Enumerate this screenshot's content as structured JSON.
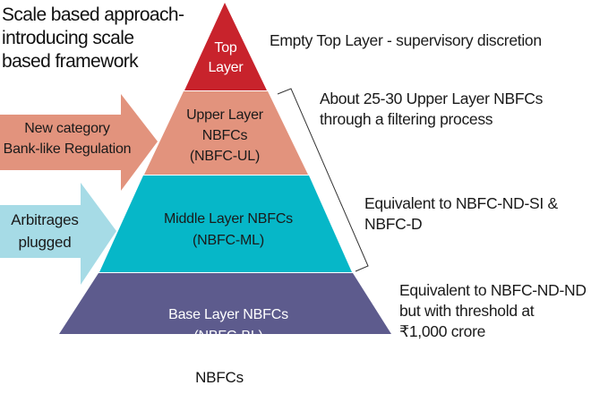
{
  "title": {
    "lines": [
      "Scale based approach-",
      "introducing scale",
      "based framework"
    ]
  },
  "layers": [
    {
      "id": "top",
      "lines": [
        "Top",
        "Layer"
      ],
      "color": "#c8232c",
      "text_color": "#ffffff"
    },
    {
      "id": "upper",
      "lines": [
        "Upper Layer",
        "NBFCs",
        "(NBFC-UL)"
      ],
      "color": "#e2937d",
      "text_color": "#1a1a1a"
    },
    {
      "id": "middle",
      "lines": [
        "Middle Layer NBFCs",
        "(NBFC-ML)"
      ],
      "color": "#06b7c8",
      "text_color": "#1a1a1a"
    },
    {
      "id": "base",
      "lines": [
        "Base Layer NBFCs",
        "(NBFC-BL)"
      ],
      "color": "#5d5b8d",
      "text_color": "#ffffff"
    }
  ],
  "arrows": [
    {
      "id": "new-category",
      "lines": [
        "New category",
        "Bank-like Regulation"
      ],
      "color": "#e2937d"
    },
    {
      "id": "arbitrages",
      "lines": [
        "Arbitrages",
        "plugged"
      ],
      "color": "#a6dbe6"
    }
  ],
  "notes": [
    {
      "id": "top",
      "lines": [
        "Empty Top Layer - supervisory discretion"
      ]
    },
    {
      "id": "upper",
      "lines": [
        "About 25-30 Upper Layer NBFCs",
        "through a filtering process"
      ]
    },
    {
      "id": "middle",
      "lines": [
        "Equivalent to NBFC-ND-SI &",
        "NBFC-D"
      ]
    },
    {
      "id": "base",
      "lines": [
        "Equivalent to NBFC-ND-ND",
        "but with threshold at",
        "₹1,000 crore"
      ]
    }
  ],
  "footer": "NBFCs",
  "bracket_color": "#333333"
}
